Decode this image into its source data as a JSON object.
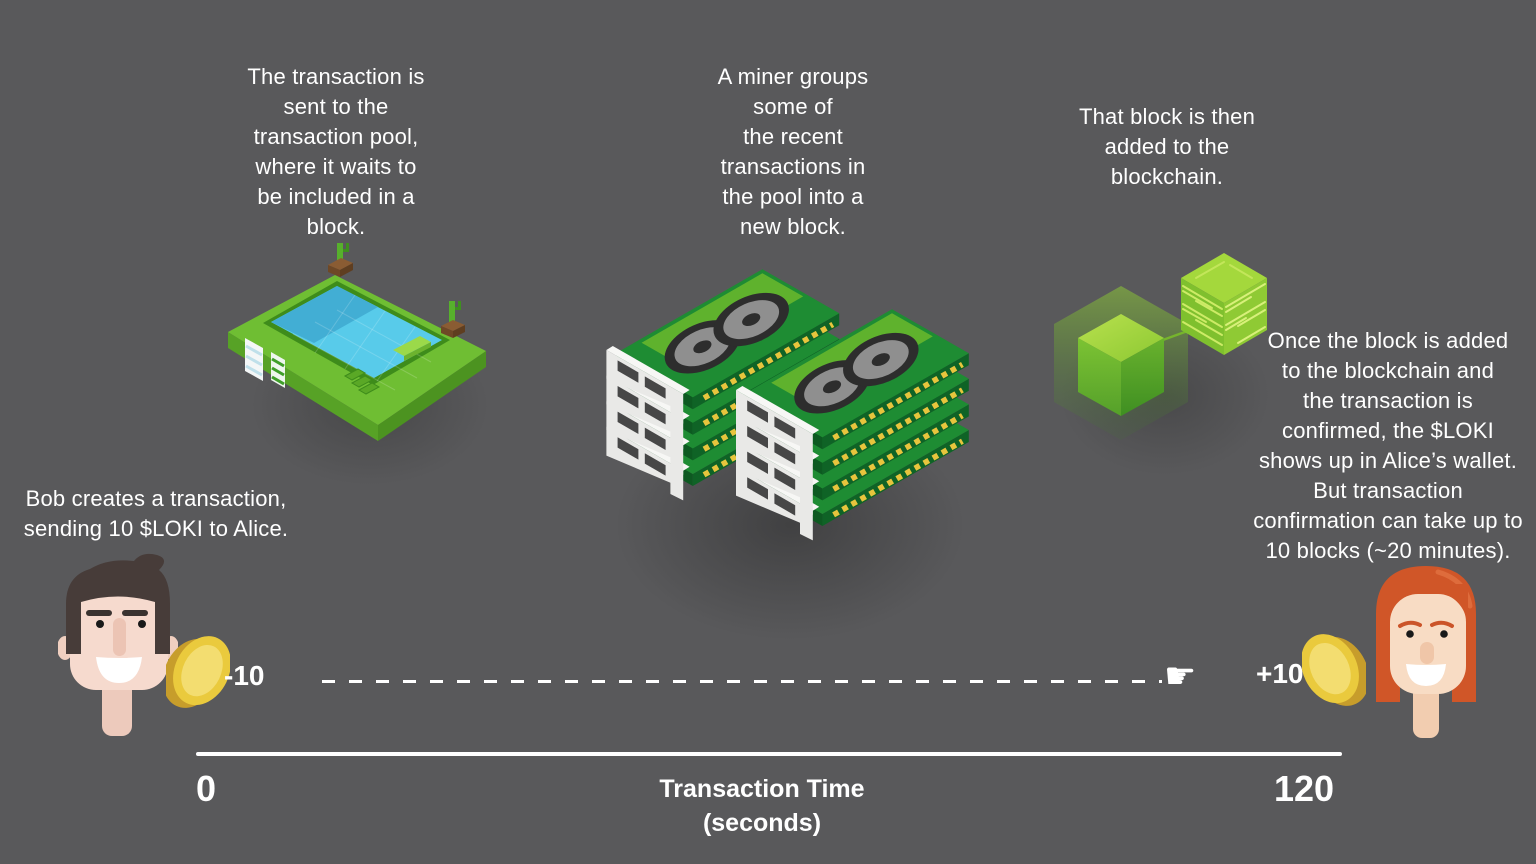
{
  "colors": {
    "background": "#59595b",
    "text": "#ffffff",
    "green_bright": "#7cc142",
    "green_dark": "#1e8c33",
    "water_blue": "#58cbea",
    "coin_gold": "#eaca3d",
    "bob_hair": "#473c39",
    "alice_hair": "#d05628",
    "skin": "#f6dace"
  },
  "captions": {
    "pool": "The transaction is\nsent to the\ntransaction pool,\nwhere it waits to\nbe included in a\nblock.",
    "miner": "A miner groups\nsome of\nthe recent\ntransactions in\nthe pool into a\nnew block.",
    "block_added": "That block is then\nadded to the\nblockchain.",
    "confirmation": "Once the block is added\nto the blockchain and\nthe transaction is\nconfirmed, the $LOKI\nshows up in Alice’s wallet.\nBut transaction\nconfirmation can take up to\n10 blocks (~20 minutes).",
    "bob": "Bob creates a transaction,\nsending 10 $LOKI to Alice."
  },
  "timeline": {
    "bob_delta": "-10",
    "alice_delta": "+10",
    "pointer_icon": "☛",
    "axis_start": "0",
    "axis_end": "120",
    "axis_title": "Transaction Time\n(seconds)"
  },
  "illustrations": {
    "pool": "transaction-pool",
    "miner": "gpu-mining-stacks",
    "blockchain": "linked-green-blocks",
    "bob": "bob-avatar",
    "alice": "alice-avatar",
    "coin": "loki-coin"
  }
}
